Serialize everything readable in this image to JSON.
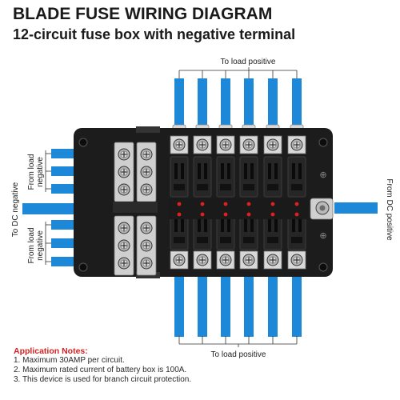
{
  "title": "BLADE FUSE WIRING DIAGRAM",
  "subtitle": "12-circuit fuse box with negative terminal",
  "labels": {
    "top_load": "To load positive",
    "bottom_load": "To load positive",
    "left_dc": "To DC negative",
    "right_dc": "From DC positive",
    "from_load_upper_1": "From load",
    "from_load_upper_2": "negative",
    "from_load_lower_1": "From load",
    "from_load_lower_2": "negative"
  },
  "notes": {
    "heading": "Application Notes:",
    "items": [
      "1. Maximum 30AMP per circuit.",
      "2. Maximum rated current of battery box is 100A.",
      "3. This device is used for branch circuit protection."
    ]
  },
  "colors": {
    "wire": "#1e88d8",
    "box": "#1c1c1c",
    "led": "#e02020",
    "terminal": "#d9d9d9",
    "notes_heading": "#d42222"
  }
}
